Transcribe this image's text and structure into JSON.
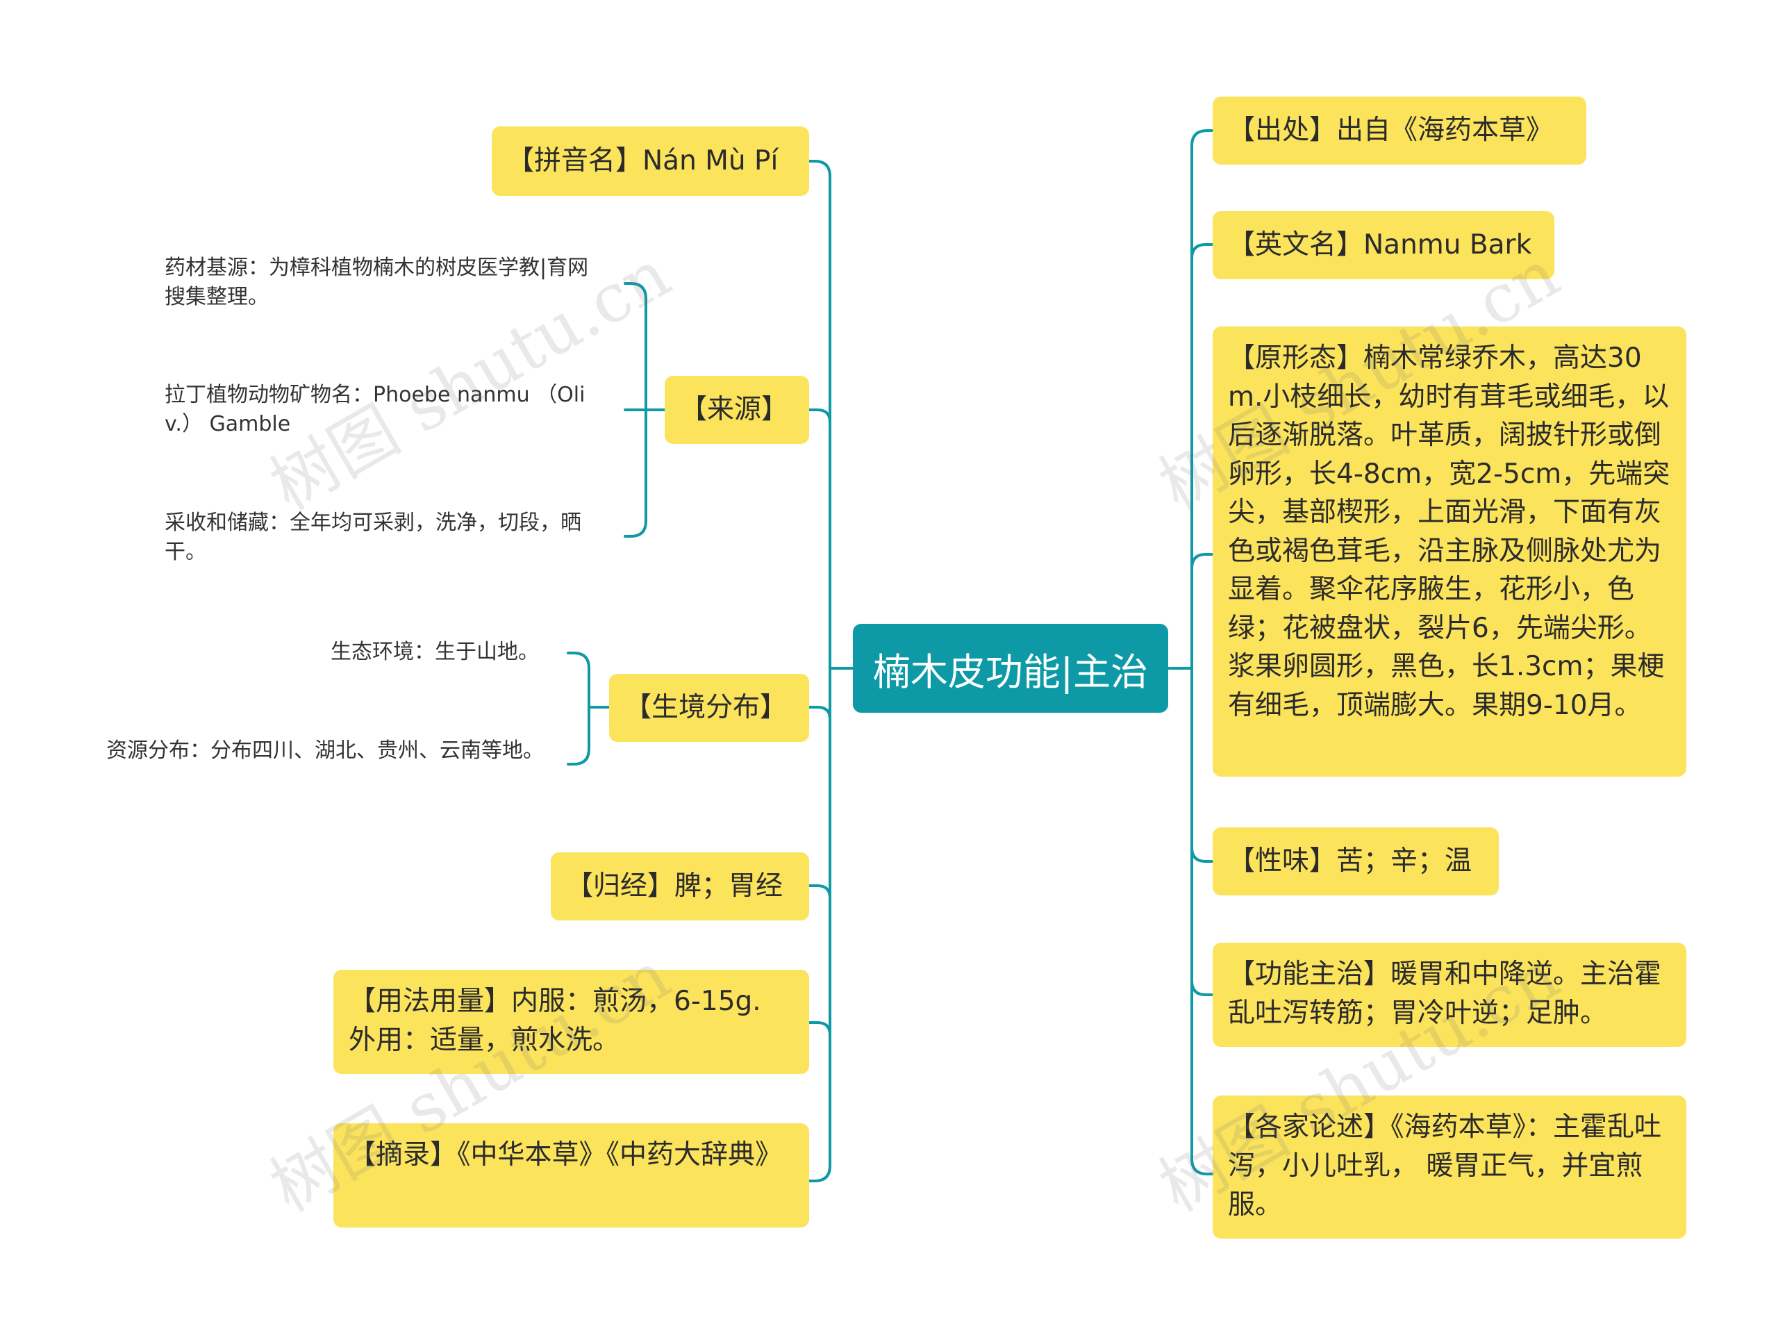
{
  "root": {
    "label": "楠木皮功能|主治"
  },
  "colors": {
    "branch": "#0d9aa6",
    "node_fill": "#fbe35c",
    "root_fill": "#0d9aa6"
  },
  "left": {
    "pinyin": "【拼音名】Nán Mù Pí",
    "source": {
      "label": "【来源】",
      "items": [
        "药材基源：为樟科植物楠木的树皮医学教|育网搜集整理。",
        "拉丁植物动物矿物名：Phoebe nanmu （Oliv.） Gamble",
        "采收和储藏：全年均可采剥，洗净，切段，晒干。"
      ]
    },
    "habitat": {
      "label": "【生境分布】",
      "items": [
        "生态环境：生于山地。",
        "资源分布：分布四川、湖北、贵州、云南等地。"
      ]
    },
    "meridian": "【归经】脾；胃经",
    "usage": "【用法用量】内服：煎汤，6-15g. 外用：适量，煎水洗。",
    "excerpt": "【摘录】《中华本草》《中药大辞典》"
  },
  "right": {
    "origin": "【出处】出自《海药本草》",
    "english": "【英文名】Nanmu Bark",
    "morphology": "【原形态】楠木常绿乔木，高达30m.小枝细长，幼时有茸毛或细毛，以后逐渐脱落。叶革质，阔披针形或倒卵形，长4-8cm，宽2-5cm，先端突尖，基部楔形，上面光滑，下面有灰色或褐色茸毛，沿主脉及侧脉处尤为显着。聚伞花序腋生，花形小，色绿；花被盘状，裂片6，先端尖形。浆果卵圆形，黑色，长1.3cm；果梗有细毛，顶端膨大。果期9-10月。",
    "nature": "【性味】苦；辛；温",
    "function": "【功能主治】暖胃和中降逆。主治霍乱吐泻转筋；胃冷叶逆；足肿。",
    "discussion": "【各家论述】《海药本草》：主霍乱吐泻，小儿吐乳， 暖胃正气，并宜煎服。"
  },
  "watermark": "树图 shutu.cn"
}
